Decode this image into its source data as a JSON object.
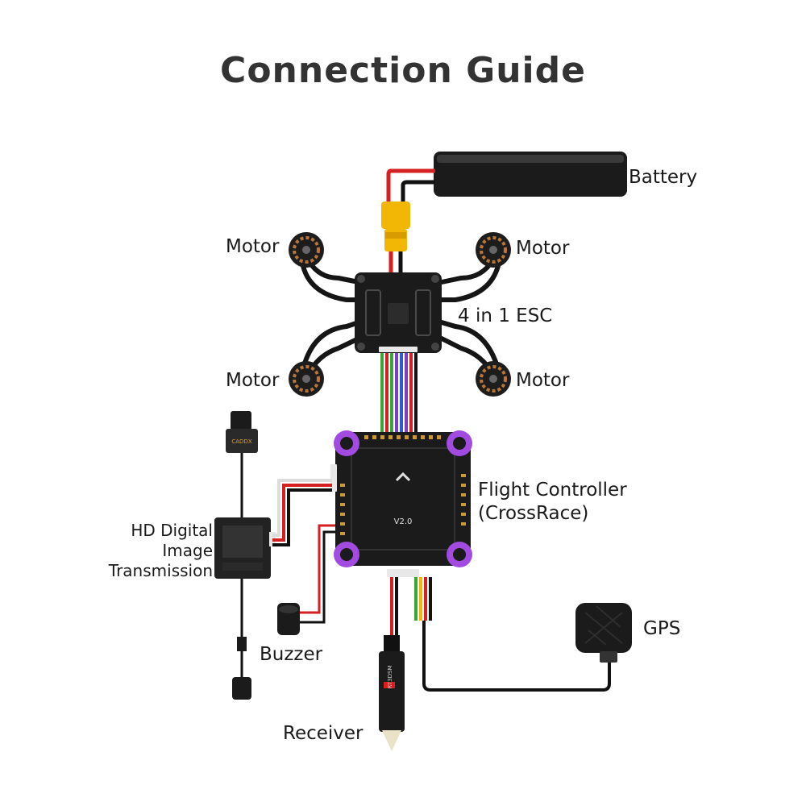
{
  "title": "Connection Guide",
  "labels": {
    "battery": "Battery",
    "motor_top_left": "Motor",
    "motor_top_right": "Motor",
    "motor_bottom_left": "Motor",
    "motor_bottom_right": "Motor",
    "esc": "4 in 1 ESC",
    "flight_controller_line1": "Flight Controller",
    "flight_controller_line2": "(CrossRace)",
    "vtx_line1": "HD Digital",
    "vtx_line2": "Image",
    "vtx_line3": "Transmission",
    "buzzer": "Buzzer",
    "gps": "GPS",
    "receiver": "Receiver"
  },
  "board_text": {
    "fc_version": "V2.0",
    "camera_brand": "CADDX",
    "receiver_model": "RT3DSM"
  },
  "icons": {
    "camera": "camera-icon",
    "vtx": "vtx-module-icon",
    "antenna": "antenna-icon",
    "buzzer": "buzzer-icon",
    "gps": "gps-module-icon",
    "receiver": "receiver-icon",
    "battery": "battery-icon",
    "motor": "motor-icon",
    "esc": "esc-board-icon",
    "flight_controller": "flight-controller-icon"
  },
  "colors": {
    "accent_led": "#a24be0",
    "board": "#1b1b1b",
    "wire_red": "#d42020",
    "wire_black": "#111111",
    "connector_yellow": "#f2b705",
    "wire_green": "#3aa63a",
    "wire_purple": "#7b3fc4",
    "wire_blue": "#2b5fd0",
    "wire_white": "#dcdcdc"
  }
}
